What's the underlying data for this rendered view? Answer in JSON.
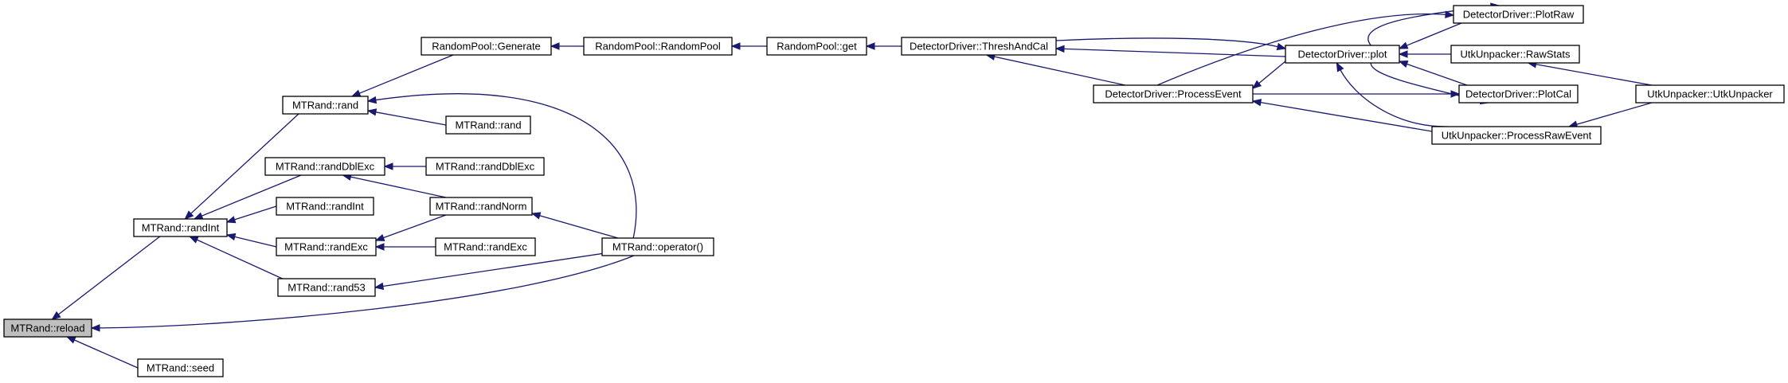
{
  "nodes": {
    "reload": "MTRand::reload",
    "seed": "MTRand::seed",
    "randInt": "MTRand::randInt",
    "rand_a": "MTRand::rand",
    "rand_b": "MTRand::rand",
    "randDblExc_a": "MTRand::randDblExc",
    "randDblExc_b": "MTRand::randDblExc",
    "randIntB": "MTRand::randInt",
    "randNorm": "MTRand::randNorm",
    "randExc_a": "MTRand::randExc",
    "randExc_b": "MTRand::randExc",
    "rand53": "MTRand::rand53",
    "operator": "MTRand::operator()",
    "generate": "RandomPool::Generate",
    "randomPool": "RandomPool::RandomPool",
    "poolGet": "RandomPool::get",
    "threshAndCal": "DetectorDriver::ThreshAndCal",
    "processEvent": "DetectorDriver::ProcessEvent",
    "plot": "DetectorDriver::plot",
    "plotRaw": "DetectorDriver::PlotRaw",
    "plotCal": "DetectorDriver::PlotCal",
    "rawStats": "UtkUnpacker::RawStats",
    "processRawEvent": "UtkUnpacker::ProcessRawEvent",
    "utkUnpacker": "UtkUnpacker::UtkUnpacker"
  },
  "colors": {
    "edge": "#191970",
    "root_fill": "#bfbfbf",
    "node_fill": "#ffffff",
    "node_border": "#000000"
  }
}
